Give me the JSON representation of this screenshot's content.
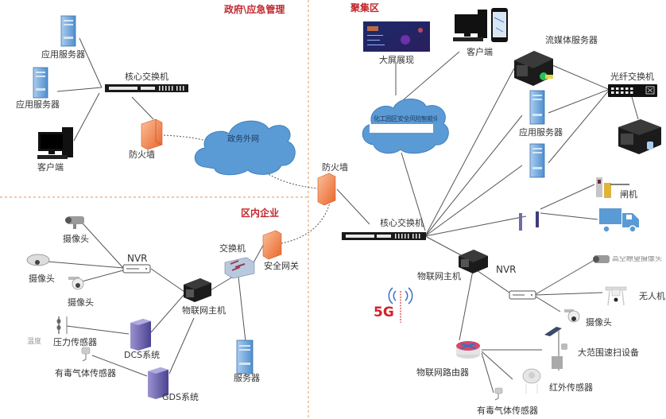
{
  "zones": {
    "government": "政府\\应急管理",
    "cluster": "聚集区",
    "enterprise": "区内企业"
  },
  "government": {
    "app_server_1": "应用服务器",
    "app_server_2": "应用服务器",
    "client": "客户端",
    "core_switch": "核心交换机",
    "firewall": "防火墙",
    "gov_network": "政务外网"
  },
  "cluster": {
    "big_screen": "大屏展现",
    "client": "客户端",
    "platform_cloud": "化工园区安全风险智能化管控平台",
    "firewall": "防火墙",
    "streaming_server": "流媒体服务器",
    "fiber_switch": "光纤交换机",
    "app_server": "应用服务器",
    "core_switch": "核心交换机",
    "gate": "闸机",
    "truck_label": "",
    "iot_host": "物联网主机",
    "nvr": "NVR",
    "camera_highpoint": "高空瞭望摄像头",
    "drone": "无人机",
    "camera": "摄像头",
    "scanner": "大范围速扫设备",
    "infrared_sensor": "红外传感器",
    "toxic_gas_sensor": "有毒气体传感器",
    "iot_router": "物联网路由器",
    "fiveg": "5G"
  },
  "enterprise": {
    "camera_1": "摄像头",
    "camera_2": "摄像头",
    "camera_3": "摄像头",
    "nvr": "NVR",
    "switch": "交换机",
    "security_gateway": "安全网关",
    "iot_host": "物联网主机",
    "temp_label": "温度",
    "pressure_sensor": "压力传感器",
    "dcs": "DCS系统",
    "toxic_gas_sensor": "有毒气体传感器",
    "gds": "GDS系统",
    "server": "服务器"
  },
  "colors": {
    "zone_title": "#c0272d",
    "divider": "#e8a679",
    "cloud": "#5b9bd5",
    "firewall": "#f08a4b",
    "server": "#6fa8dc",
    "server_purple": "#6d64a8"
  }
}
